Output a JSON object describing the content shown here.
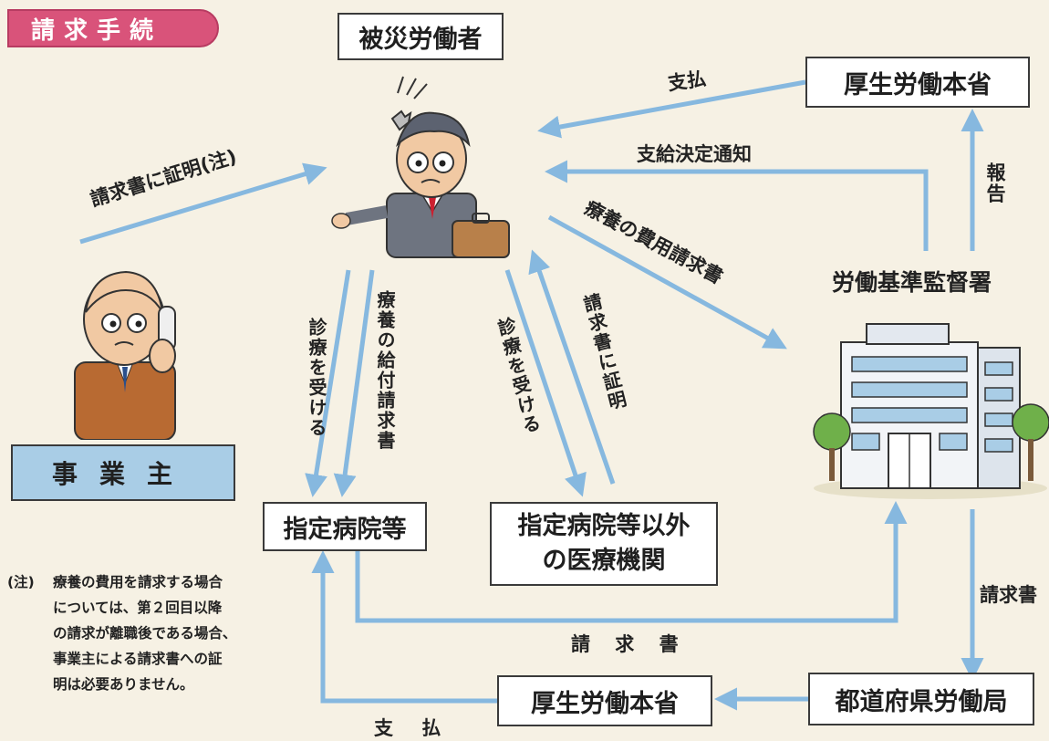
{
  "title": "請求手続",
  "nodes": {
    "worker": "被災労働者",
    "ministry_top": "厚生労働本省",
    "labor_office": "労働基準監督署",
    "employer": "事業主",
    "designated_hospital": "指定病院等",
    "other_medical_line1": "指定病院等以外",
    "other_medical_line2": "の医療機関",
    "prefectural_bureau": "都道府県労働局",
    "ministry_bottom": "厚生労働本省"
  },
  "edges": {
    "employer_to_worker": "請求書に証明(注)",
    "ministry_to_worker": "支払",
    "office_to_worker": "支給決定通知",
    "office_to_ministry": "報告",
    "worker_to_office": "療養の費用請求書",
    "worker_to_hospital_treatment": "診療を受ける",
    "worker_to_hospital_claim": "療養の給付請求書",
    "worker_to_other_treatment": "診療を受ける",
    "other_to_worker_certify": "請求書に証明",
    "hospital_to_office": "請 求 書",
    "office_to_bureau": "請求書",
    "ministry_to_hospital": "支 払"
  },
  "note": {
    "mark": "(注)",
    "lines": [
      "療養の費用を請求する場合",
      "については、第２回目以降",
      "の請求が離職後である場合、",
      "事業主による請求書への証",
      "明は必要ありません。"
    ]
  },
  "colors": {
    "arrow": "#86b8df",
    "title_pill": "#d9537a",
    "employer_box": "#a9cde6",
    "background": "#f6f1e4"
  }
}
